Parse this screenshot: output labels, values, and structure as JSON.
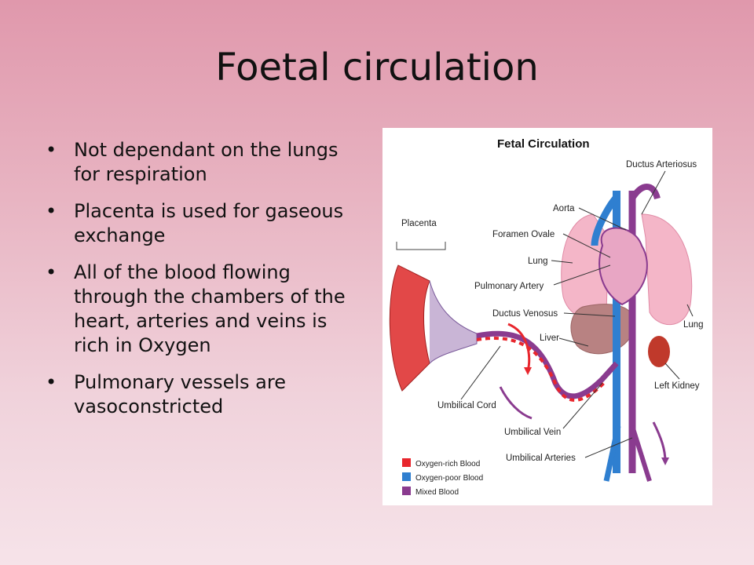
{
  "slide": {
    "title": "Foetal circulation",
    "bullets": [
      "Not dependant on the lungs for respiration",
      "Placenta is used for gaseous exchange",
      "All of the blood flowing through the chambers of the heart, arteries and veins is rich in Oxygen",
      "Pulmonary vessels are vasoconstricted"
    ]
  },
  "figure": {
    "title": "Fetal Circulation",
    "labels": {
      "ductus_arteriosus": "Ductus Arteriosus",
      "aorta": "Aorta",
      "placenta": "Placenta",
      "foramen_ovale": "Foramen Ovale",
      "lung_left": "Lung",
      "pulmonary_artery": "Pulmonary Artery",
      "ductus_venosus": "Ductus Venosus",
      "liver": "Liver",
      "lung_right": "Lung",
      "left_kidney": "Left Kidney",
      "umbilical_cord": "Umbilical Cord",
      "umbilical_vein": "Umbilical Vein",
      "umbilical_arteries": "Umbilical Arteries"
    },
    "legend": [
      {
        "label": "Oxygen-rich Blood",
        "color": "#e8262d"
      },
      {
        "label": "Oxygen-poor Blood",
        "color": "#2f7fd0"
      },
      {
        "label": "Mixed Blood",
        "color": "#8a3b8f"
      }
    ]
  }
}
